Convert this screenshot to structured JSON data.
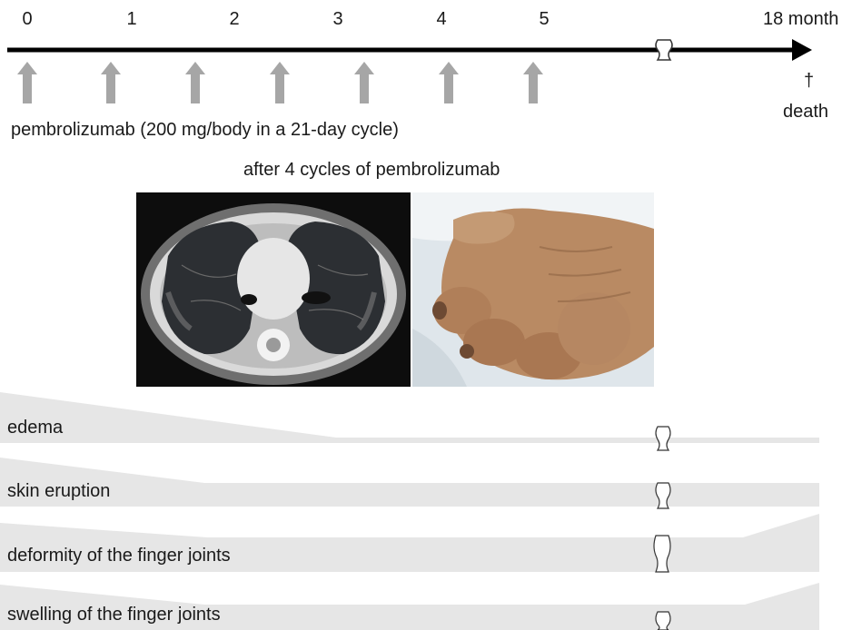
{
  "timeline": {
    "months": [
      "0",
      "1",
      "2",
      "3",
      "4",
      "5"
    ],
    "end_label": "18 month",
    "death_symbol": "†",
    "death_label": "death",
    "dose_count": 7
  },
  "treatment_label": "pembrolizumab (200 mg/body in a 21-day cycle)",
  "images": {
    "caption": "after 4 cycles of pembrolizumab"
  },
  "symptoms": [
    {
      "label": "edema"
    },
    {
      "label": "skin eruption"
    },
    {
      "label": "deformity of the finger joints"
    },
    {
      "label": "swelling of the finger joints"
    }
  ],
  "colors": {
    "arrow": "#a6a6a6",
    "band": "#e6e6e6",
    "axis": "#000000"
  }
}
